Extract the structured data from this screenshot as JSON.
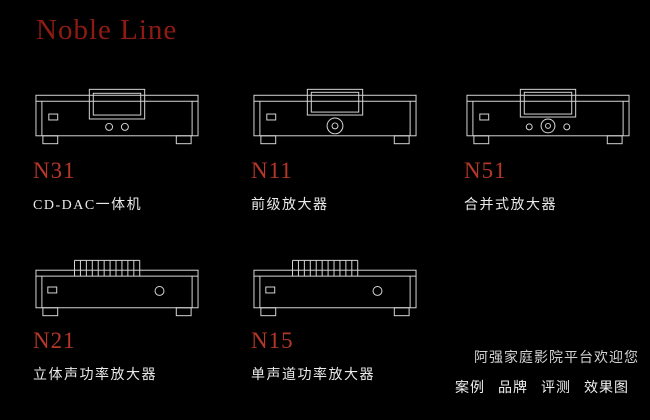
{
  "page": {
    "title": "Noble Line",
    "colors": {
      "background": "#000000",
      "title_red": "#8e1a14",
      "model_red": "#b5372a",
      "drawing_line": "#d6d6d6",
      "text_white": "#eaeaea"
    }
  },
  "products": [
    {
      "model": "N31",
      "description": "CD-DAC一体机"
    },
    {
      "model": "N11",
      "description": "前级放大器"
    },
    {
      "model": "N51",
      "description": "合并式放大器"
    },
    {
      "model": "N21",
      "description": "立体声功率放大器"
    },
    {
      "model": "N15",
      "description": "单声道功率放大器"
    }
  ],
  "footer": {
    "welcome": "阿强家庭影院平台欢迎您",
    "links": [
      "案例",
      "品牌",
      "评测",
      "效果图"
    ]
  }
}
